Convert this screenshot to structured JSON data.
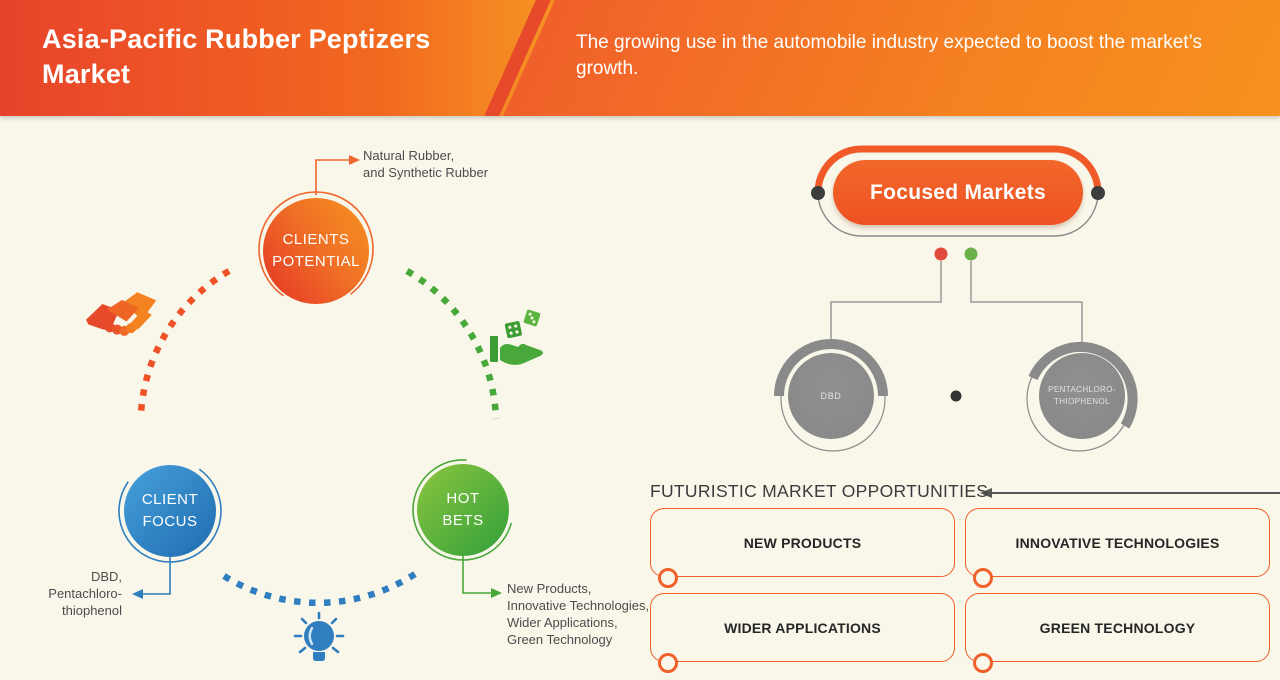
{
  "colors": {
    "orange": "#F0602A",
    "header_red": "#E8432B",
    "header_orange": "#F7941E",
    "pill_orange": "#F15C27",
    "blue": "#2E7EC0",
    "green": "#49A83A",
    "gray": "#8A8A8A",
    "dark": "#3C3C3C",
    "cream": "#F9F6EA",
    "red_dot": "#E04B3B",
    "green_dot": "#6CB04A"
  },
  "header": {
    "title": "Asia-Pacific Rubber Peptizers Market",
    "subtitle": "The growing use in the automobile industry expected to boost the market’s growth."
  },
  "cycle": {
    "clients_potential": {
      "label": "CLIENTS\nPOTENTIAL",
      "annotation": "Natural Rubber,\nand Synthetic Rubber"
    },
    "client_focus": {
      "label": "CLIENT\nFOCUS",
      "annotation": "DBD,\nPentachloro-\nthiophenol"
    },
    "hot_bets": {
      "label": "HOT\nBETS",
      "annotation": "New Products,\nInnovative Technologies,\nWider Applications,\nGreen Technology"
    },
    "icons": [
      "handshake-icon",
      "dice-hand-icon",
      "lightbulb-icon"
    ]
  },
  "focused_markets": {
    "title": "Focused Markets",
    "items": [
      {
        "label": "DBD"
      },
      {
        "label": "PENTACHLORO-\nTHIOPHENOL"
      }
    ]
  },
  "opportunities": {
    "heading": "FUTURISTIC MARKET OPPORTUNITIES",
    "items": [
      "NEW PRODUCTS",
      "INNOVATIVE TECHNOLOGIES",
      "WIDER APPLICATIONS",
      "GREEN TECHNOLOGY"
    ]
  }
}
